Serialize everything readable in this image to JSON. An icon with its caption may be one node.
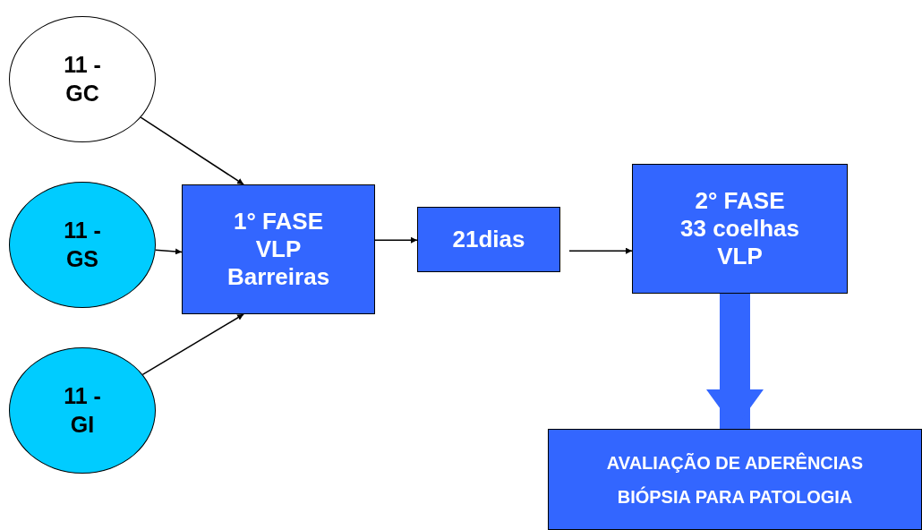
{
  "diagram": {
    "nodes": [
      {
        "text": [
          "11 - GC"
        ]
      },
      {
        "text": [
          "11 - GS"
        ]
      },
      {
        "text": [
          "11 - GI"
        ]
      },
      {
        "text": [
          "1° FASE VLP Barreiras"
        ]
      },
      {
        "text": [
          "21dias"
        ]
      },
      {
        "text": [
          "2° FASE 33 coelhas VLP"
        ]
      },
      {
        "text": [
          "AVALIAÇÃO DE ADERÊNCIAS",
          "BIÓPSIA PARA PATOLOGIA"
        ]
      }
    ],
    "edges": [
      {
        "from": 0,
        "to": 3,
        "arrow": "to"
      },
      {
        "from": 1,
        "to": 3,
        "arrow": "to"
      },
      {
        "from": 2,
        "to": 3,
        "arrow": "to"
      },
      {
        "from": 3,
        "to": 4,
        "arrow": "to"
      },
      {
        "from": 4,
        "to": 5,
        "arrow": "to"
      },
      {
        "from": 5,
        "to": 6,
        "arrow": "to",
        "style": "thick",
        "color": "#3366ff"
      }
    ]
  }
}
